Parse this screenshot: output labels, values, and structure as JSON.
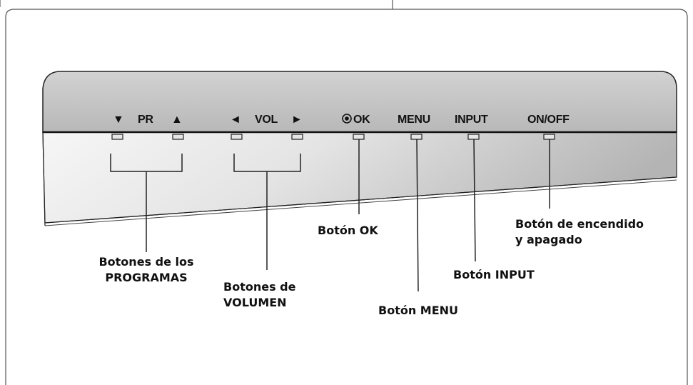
{
  "panel": {
    "pr_down": "▼",
    "pr_label": "PR",
    "pr_up": "▲",
    "vol_left": "◄",
    "vol_label": "VOL",
    "vol_right": "►",
    "ok_label": "OK",
    "menu_label": "MENU",
    "input_label": "INPUT",
    "onoff_label": "ON/OFF"
  },
  "callouts": {
    "programas_line1": "Botones de los",
    "programas_line2": "PROGRAMAS",
    "volumen_line1": "Botones de",
    "volumen_line2": "VOLUMEN",
    "ok": "Botón OK",
    "menu": "Botón MENU",
    "input": "Botón INPUT",
    "onoff_line1": "Botón de encendido",
    "onoff_line2": "y apagado"
  },
  "colors": {
    "frame": "#555555",
    "panel_top": "#bdbdbd",
    "panel_front_dark": "#bcbcbc",
    "panel_front_light": "#f4f4f4"
  }
}
